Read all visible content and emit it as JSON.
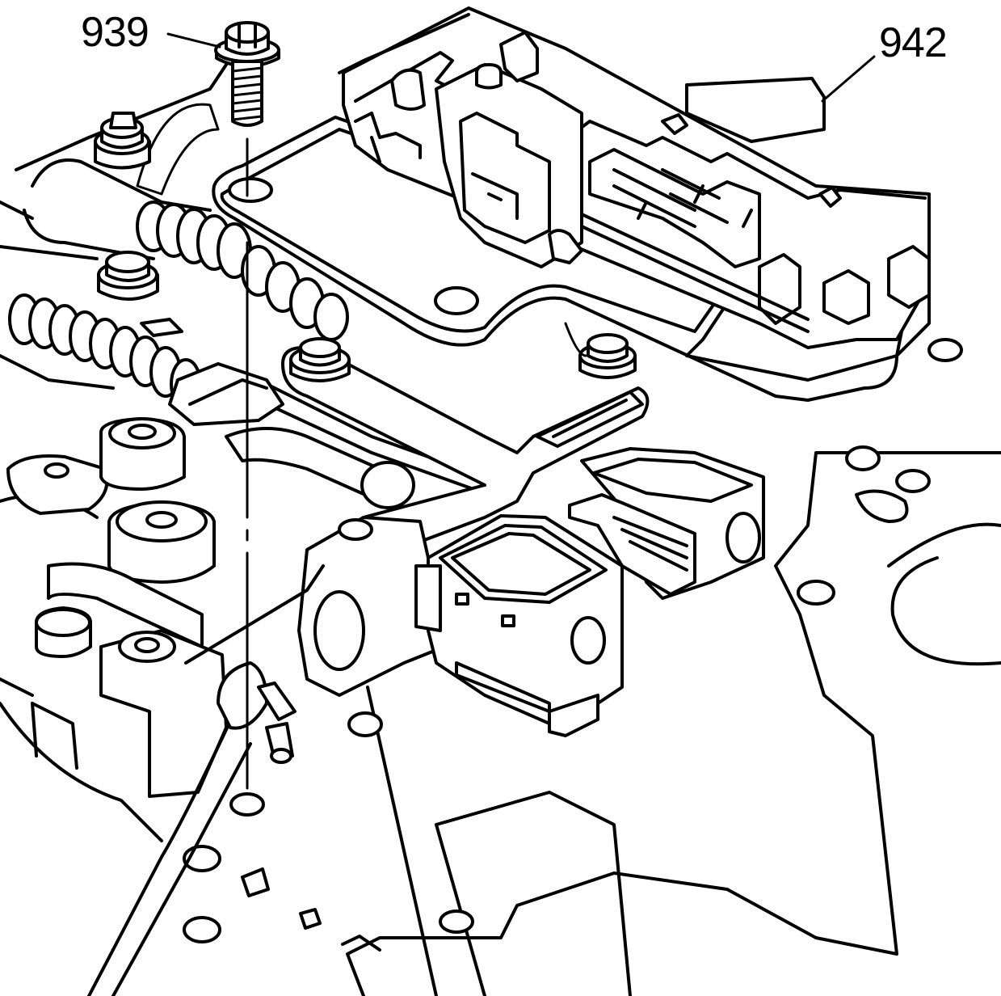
{
  "callouts": [
    {
      "id": "939",
      "label": "939",
      "part": "bolt"
    },
    {
      "id": "942",
      "label": "942",
      "part": "control-module"
    }
  ],
  "colors": {
    "line": "#000000",
    "background": "#ffffff"
  }
}
